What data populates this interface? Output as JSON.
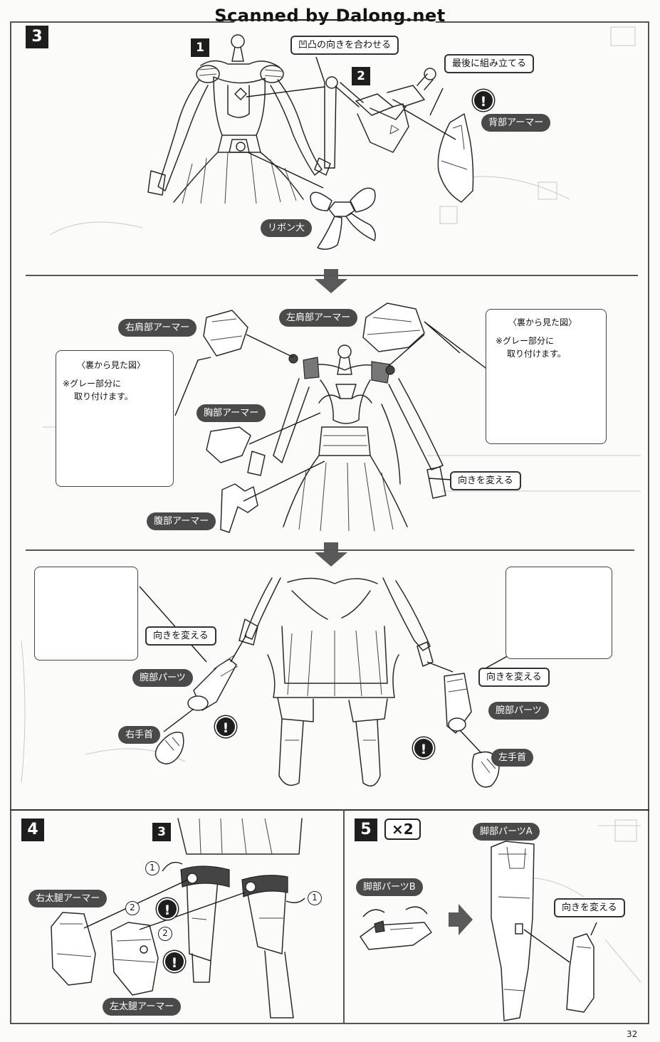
{
  "watermark": "Scanned by Dalong.net",
  "page_number": "32",
  "colors": {
    "label_pill": "#4a4a4a",
    "badge": "#1e1e1e",
    "panel_line": "#555555",
    "big_arrow": "#5a5a5a",
    "grey_part": "#777777"
  },
  "icons": [
    "warning-icon",
    "down-arrow-icon",
    "right-arrow-icon",
    "rotate-arrow-icon"
  ],
  "step3": {
    "number": "3",
    "sub1": "1",
    "sub2": "2",
    "callout_align": "凹凸の向きを合わせる",
    "callout_last": "最後に組み立てる",
    "label_back_armor": "背部アーマー",
    "label_ribbon": "リボン大",
    "label_right_shoulder": "右肩部アーマー",
    "label_left_shoulder": "左肩部アーマー",
    "label_chest": "胸部アーマー",
    "label_abdomen": "腹部アーマー",
    "callout_turn_1": "向きを変える",
    "detail_left": {
      "title": "〈裏から見た図〉",
      "line1": "※グレー部分に",
      "line2": "取り付けます。"
    },
    "detail_right": {
      "title": "〈裏から見た図〉",
      "line1": "※グレー部分に",
      "line2": "取り付けます。"
    },
    "callout_turn_2": "向きを変える",
    "callout_turn_3": "向きを変える",
    "label_arm_part_right": "腕部パーツ",
    "label_arm_part_left": "腕部パーツ",
    "label_right_wrist": "右手首",
    "label_left_wrist": "左手首",
    "warning": "!"
  },
  "step4": {
    "number": "4",
    "sub3": "3",
    "label_right_thigh": "右太腿アーマー",
    "label_left_thigh": "左太腿アーマー",
    "circled_1": "1",
    "circled_2": "2"
  },
  "step5": {
    "number": "5",
    "times": "×2",
    "label_leg_b": "脚部パーツB",
    "label_leg_a": "脚部パーツA",
    "callout_turn": "向きを変える"
  }
}
